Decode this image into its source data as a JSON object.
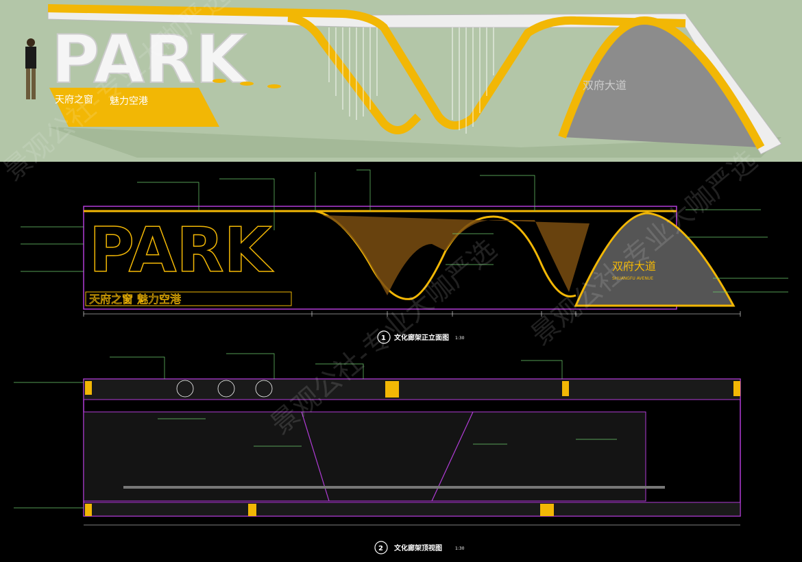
{
  "render": {
    "park_letters": "PARK",
    "slogan_left": "天府之窗",
    "slogan_right": "魅力空港",
    "panel_text": "双府大道"
  },
  "elevation": {
    "park_letters": "PARK",
    "slogan_left": "天府之窗",
    "slogan_right": "魅力空港",
    "panel_text": "双府大道",
    "panel_subtext": "SHUANGFU AVENUE",
    "title": "文化廊架正立面图",
    "number": "1",
    "scale": "1:30"
  },
  "plan": {
    "title": "文化廊架顶视图",
    "number": "2",
    "scale": "1:30"
  },
  "watermark": {
    "text": "景观公社-专业大咖严选"
  },
  "colors": {
    "gold": "#f2b705",
    "magenta": "#b23cd8",
    "leader_green": "#6fd06f",
    "panel_grey": "#9a9a9a"
  }
}
